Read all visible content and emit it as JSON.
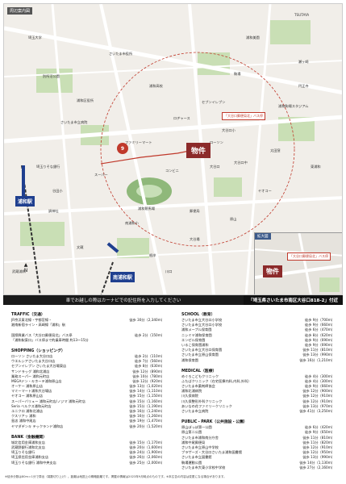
{
  "map": {
    "range_label": "周辺案内図",
    "bukken_label": "物件",
    "mins_badge": "9",
    "station_urawa": "浦和駅",
    "station_minami_urawa": "南浦和駅",
    "callout": "「大谷口郵便局北」バス停",
    "labels": [
      "TSUTAYA",
      "埼玉大学",
      "別所沼公園",
      "さいたま市役所",
      "浦和区役所",
      "浦和美園",
      "浦和高校",
      "ロヂャース",
      "浦和競馬場",
      "大谷口小",
      "大谷口中",
      "南浦和小",
      "谷田小",
      "ヤオコー",
      "スーパー",
      "コンビニ",
      "浦和駒場スタジアム",
      "調神社",
      "さいたま市立病院",
      "川口",
      "武蔵浦和",
      "東浦和",
      "セブンイレブン",
      "ファミリーマート",
      "ローソン",
      "埼玉りそな銀行",
      "郵便局",
      "大谷場",
      "太田窪",
      "原山",
      "文蔵",
      "根岸",
      "駒場",
      "瀬ヶ崎",
      "円正寺",
      "大谷口"
    ],
    "inset_title": "拡大図",
    "inset_bukken": "物件",
    "inset_callout": "「大谷口郵便局北」バス停"
  },
  "notebar": {
    "left": "車でお越しの際はカーナビでの記住所を入力してください",
    "right": "「埼玉県さいたま市南区大谷口818-2」付近"
  },
  "traffic": {
    "title": "TRAFFIC（交通）",
    "rows": [
      {
        "name": "JR京浜東北線・宇都宮線・",
        "dist": "徒歩 30分（2,340m）"
      },
      {
        "name": "湘南新宿ライン・高崎線「浦和」駅",
        "dist": ""
      },
      {
        "name": "",
        "dist": ""
      },
      {
        "name": "国際興業バス「大谷口郵便局北」バス停",
        "dist": "徒歩 2分（150m）"
      },
      {
        "name": "「浦和駅東口」バス停まで約乗車時間 約13〜15分",
        "dist": ""
      }
    ]
  },
  "shopping": {
    "title": "SHOPPING（ショッピング）",
    "rows": [
      {
        "name": "ローソン さいたま大谷口店",
        "dist": "徒歩 2分（110m）"
      },
      {
        "name": "ウエルシアさいたま大谷口店",
        "dist": "徒歩 7分（560m）"
      },
      {
        "name": "セブンイレブン さいたま大谷場東店",
        "dist": "徒歩 8分（630m）"
      },
      {
        "name": "サンドラッグ 浦和北浦店",
        "dist": "徒歩 12分（890m）"
      },
      {
        "name": "業務スーパー 浦和元町店",
        "dist": "徒歩 10分（780m）"
      },
      {
        "name": "MEGAドン・キホーテ浦和原山店",
        "dist": "徒歩 12分（920m）"
      },
      {
        "name": "オーケー 浦和原山店",
        "dist": "徒歩 13分（1,020m）"
      },
      {
        "name": "マミーマート浦和大谷場店",
        "dist": "徒歩 14分（1,110m）"
      },
      {
        "name": "ヤオコー 浦和原山店",
        "dist": "徒歩 15分（1,150m）"
      },
      {
        "name": "スーパーバリュー 浦和元町店/ノジマ 浦和元町店",
        "dist": "徒歩 15分（1,160m）"
      },
      {
        "name": "Seria ベルクス浦和元町店",
        "dist": "徒歩 15分（1,190m）"
      },
      {
        "name": "ユニクロ 浦和北浦店",
        "dist": "徒歩 16分（1,240m）"
      },
      {
        "name": "クスリアッ 浦和",
        "dist": "徒歩 16分（1,260m）"
      },
      {
        "name": "島忠 浦和中尾店",
        "dist": "徒歩 19分（1,470m）"
      },
      {
        "name": "ヤマダデンキ テックランド浦和店",
        "dist": "徒歩 20分（1,520m）"
      }
    ]
  },
  "bank": {
    "title": "BANK（金融機関）",
    "rows": [
      {
        "name": "城北信用金庫浦和支店",
        "dist": "徒歩 15分（1,170m）"
      },
      {
        "name": "武蔵野銀行浦和北支店",
        "dist": "徒歩 20分（1,600m）"
      },
      {
        "name": "埼玉りそな銀行",
        "dist": "徒歩 24分（1,900m）"
      },
      {
        "name": "埼玉県信用金庫浦和支店",
        "dist": "徒歩 26分（2,060m）"
      },
      {
        "name": "埼玉りそな銀行 浦和中央支店",
        "dist": "徒歩 25分（2,000m）"
      }
    ]
  },
  "school": {
    "title": "SCHOOL（教育）",
    "rows": [
      {
        "name": "さいたま市立大谷口小学校",
        "dist": "徒歩 9分（700m）"
      },
      {
        "name": "さいたま市立大谷口小学校",
        "dist": "徒歩 9分（660m）"
      },
      {
        "name": "浦和メープル保育園",
        "dist": "徒歩 6分（470m）"
      },
      {
        "name": "ニシミヤ浦和保育園",
        "dist": "徒歩 8分（620m）"
      },
      {
        "name": "エンゼル保育園",
        "dist": "徒歩 9分（690m）"
      },
      {
        "name": "いるこ保育園浦和",
        "dist": "徒歩 9分（690m）"
      },
      {
        "name": "さいたま市立大谷口保育園",
        "dist": "徒歩 11分（810m）"
      },
      {
        "name": "さいたま市立原山保育園",
        "dist": "徒歩 13分（990m）"
      },
      {
        "name": "浦和保育園",
        "dist": "徒歩 16分（1,210m）"
      }
    ]
  },
  "medical": {
    "title": "MEDICAL（医療）",
    "rows": [
      {
        "name": "めぐろこどもクリニック",
        "dist": "徒歩 4分（300m）"
      },
      {
        "name": "ふたばクリニック（在宅医療内科,内科,外科）",
        "dist": "徒歩 4分（300m）"
      },
      {
        "name": "さいたま市薬剤師協会",
        "dist": "徒歩 9分（660m）"
      },
      {
        "name": "浦和北浦病院",
        "dist": "徒歩 12分（900m）"
      },
      {
        "name": "川久保病院",
        "dist": "徒歩 12分（910m）"
      },
      {
        "name": "川久保整形外科クリニック",
        "dist": "徒歩 12分（910m）"
      },
      {
        "name": "あいなの花ファミリークリニック",
        "dist": "徒歩 13分（970m）"
      },
      {
        "name": "さいたま市立病院",
        "dist": "徒歩 41分（3,250m）"
      }
    ]
  },
  "public": {
    "title": "PUBLIC・PARK（公共施設・公園）",
    "rows": [
      {
        "name": "原山ぽっぽ第一公園",
        "dist": "徒歩 6分（420m）"
      },
      {
        "name": "原山第二公園",
        "dist": "徒歩 9分（650m）"
      },
      {
        "name": "さいたま市浦和南分庁舎",
        "dist": "徒歩 11分（810m）"
      },
      {
        "name": "浦和中尾郵便局",
        "dist": "徒歩 11分（820m）"
      },
      {
        "name": "さいたま市立原山中学校",
        "dist": "徒歩 12分（910m）"
      },
      {
        "name": "ブラザーズ・大谷口さいたま浦和図書館",
        "dist": "徒歩 12分（950m）"
      },
      {
        "name": "さいたま市立図書館",
        "dist": "徒歩 13分（990m）"
      },
      {
        "name": "駒場運動公園",
        "dist": "徒歩 14分（1,130m）"
      },
      {
        "name": "さいたま市大東小学校中学校",
        "dist": "徒歩 27分（2,160m）"
      }
    ]
  },
  "footnote": "※徒歩分数は80m＝1分で算出（端数切り上げ）。距離は地図上の概略距離です。掲載の情報は2023年9月時点のものです。※本広告の内容は変更になる場合があります。"
}
